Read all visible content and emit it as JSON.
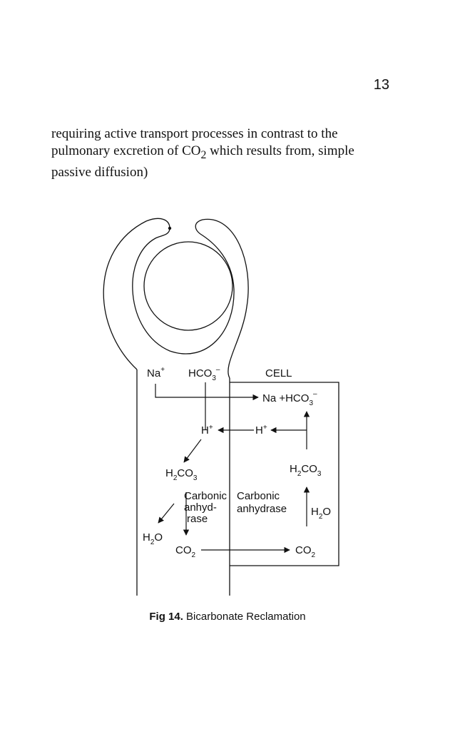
{
  "page": {
    "number": "13"
  },
  "paragraph": {
    "line1": "requiring active transport processes in contrast to the",
    "line2a": "pulmonary excretion of CO",
    "line2sub": "2",
    "line2b": " which results from, simple",
    "line3": "passive diffusion)"
  },
  "figure": {
    "caption_label": "Fig 14.",
    "caption_text": " Bicarbonate Reclamation",
    "labels": {
      "na_plus": "Na",
      "na_sup": "+",
      "hco3_left": "HCO",
      "hco3_left_sub": "3",
      "hco3_left_sup": "–",
      "cell": "CELL",
      "na_hco3": "Na +HCO",
      "na_hco3_sub": "3",
      "na_hco3_sup": "–",
      "h_plus_left": "H",
      "h_plus_left_sup": "+",
      "h_plus_right": "H",
      "h_plus_right_sup": "+",
      "h2co3_left_a": "H",
      "h2co3_left_sub1": "2",
      "h2co3_left_b": "CO",
      "h2co3_left_sub2": "3",
      "h2co3_right_a": "H",
      "h2co3_right_sub1": "2",
      "h2co3_right_b": "CO",
      "h2co3_right_sub2": "3",
      "carbonic_anhyd_l1": "Carbonic",
      "carbonic_anhyd_l2": "anhyd-",
      "carbonic_anhyd_l3": "rase",
      "carbonic_r1": "Carbonic",
      "carbonic_r2": "anhydrase",
      "h2o_right_a": "H",
      "h2o_right_sub": "2",
      "h2o_right_b": "O",
      "h2o_left_a": "H",
      "h2o_left_sub": "2",
      "h2o_left_b": "O",
      "co2_left_a": "CO",
      "co2_left_sub": "2",
      "co2_right_a": "CO",
      "co2_right_sub": "2"
    }
  }
}
